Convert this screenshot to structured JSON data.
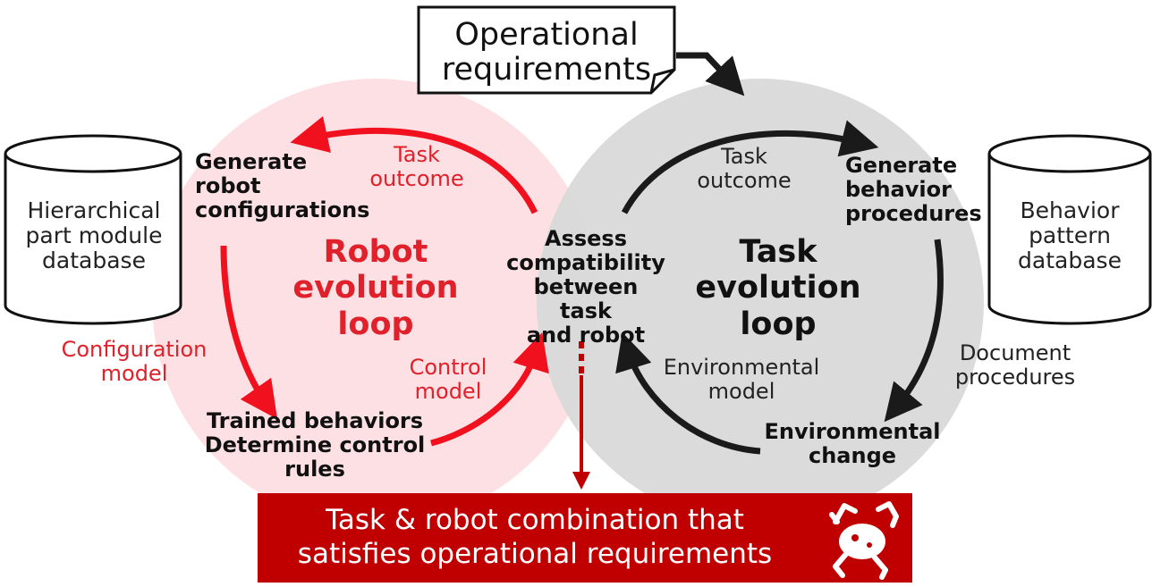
{
  "operational_requirements": "Operational\nrequirements",
  "robot_loop": {
    "title": "Robot\nevolution\nloop",
    "generate": "Generate\nrobot\nconfigurations",
    "task_outcome": "Task\noutcome",
    "configuration_model": "Configuration\nmodel",
    "control_model": "Control\nmodel",
    "trained": "Trained behaviors\nDetermine control\nrules"
  },
  "assess": "Assess\ncompatibility\nbetween task\nand robot",
  "task_loop": {
    "title": "Task\nevolution\nloop",
    "task_outcome": "Task\noutcome",
    "generate": "Generate\nbehavior\nprocedures",
    "document": "Document\nprocedures",
    "environmental_model": "Environmental\nmodel",
    "environmental_change": "Environmental\nchange"
  },
  "databases": {
    "left": "Hierarchical\npart module\ndatabase",
    "right": "Behavior\npattern\ndatabase"
  },
  "result_banner": "Task & robot combination that\nsatisfies operational requirements",
  "colors": {
    "robot_circle": "#fde0e3",
    "task_circle": "#d9d9d9",
    "red_arrow": "#f0101e",
    "dark_arrow": "#1a1a1a",
    "banner": "#c00000"
  },
  "icons": [
    "database-cylinder-icon",
    "robot-icon"
  ]
}
